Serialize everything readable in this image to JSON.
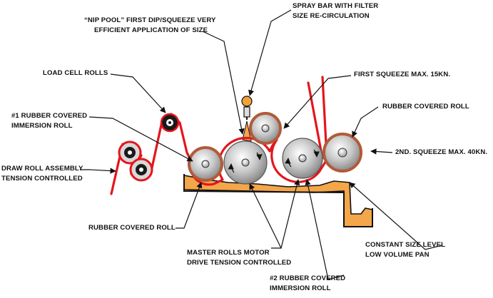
{
  "labels": {
    "nip_pool_1": "“NIP POOL” FIRST DIP/SQUEEZE VERY",
    "nip_pool_2": "EFFICIENT APPLICATION OF SIZE",
    "spray_bar_1": "SPRAY BAR WITH FILTER",
    "spray_bar_2": "SIZE RE-CIRCULATION",
    "load_cell": "LOAD CELL ROLLS",
    "first_squeeze": "FIRST SQUEEZE MAX. 15KN.",
    "rubber_immersion_1_1": "#1 RUBBER COVERED",
    "rubber_immersion_1_2": "IMMERSION ROLL",
    "rubber_covered_top": "RUBBER COVERED ROLL",
    "draw_roll_1": "DRAW ROLL ASSEMBLY",
    "draw_roll_2": "TENSION CONTROLLED",
    "second_squeeze": "2ND. SQUEEZE MAX. 40KN.",
    "rubber_covered_bottom": "RUBBER COVERED ROLL",
    "constant_level_1": "CONSTANT SIZE LEVEL",
    "constant_level_2": "LOW VOLUME PAN",
    "master_rolls_1": "MASTER ROLLS MOTOR",
    "master_rolls_2": "DRIVE TENSION CONTROLLED",
    "rubber_immersion_2_1": "#2 RUBBER COVERED",
    "rubber_immersion_2_2": "IMMERSION ROLL"
  },
  "colors": {
    "yarn": "#e3161e",
    "size": "#f4a64a",
    "rubber": "#b15a3a",
    "roll_grey": "#b9b9b9",
    "black_roll": "#1a1a1a",
    "spray_bulb": "#f0a23a"
  }
}
